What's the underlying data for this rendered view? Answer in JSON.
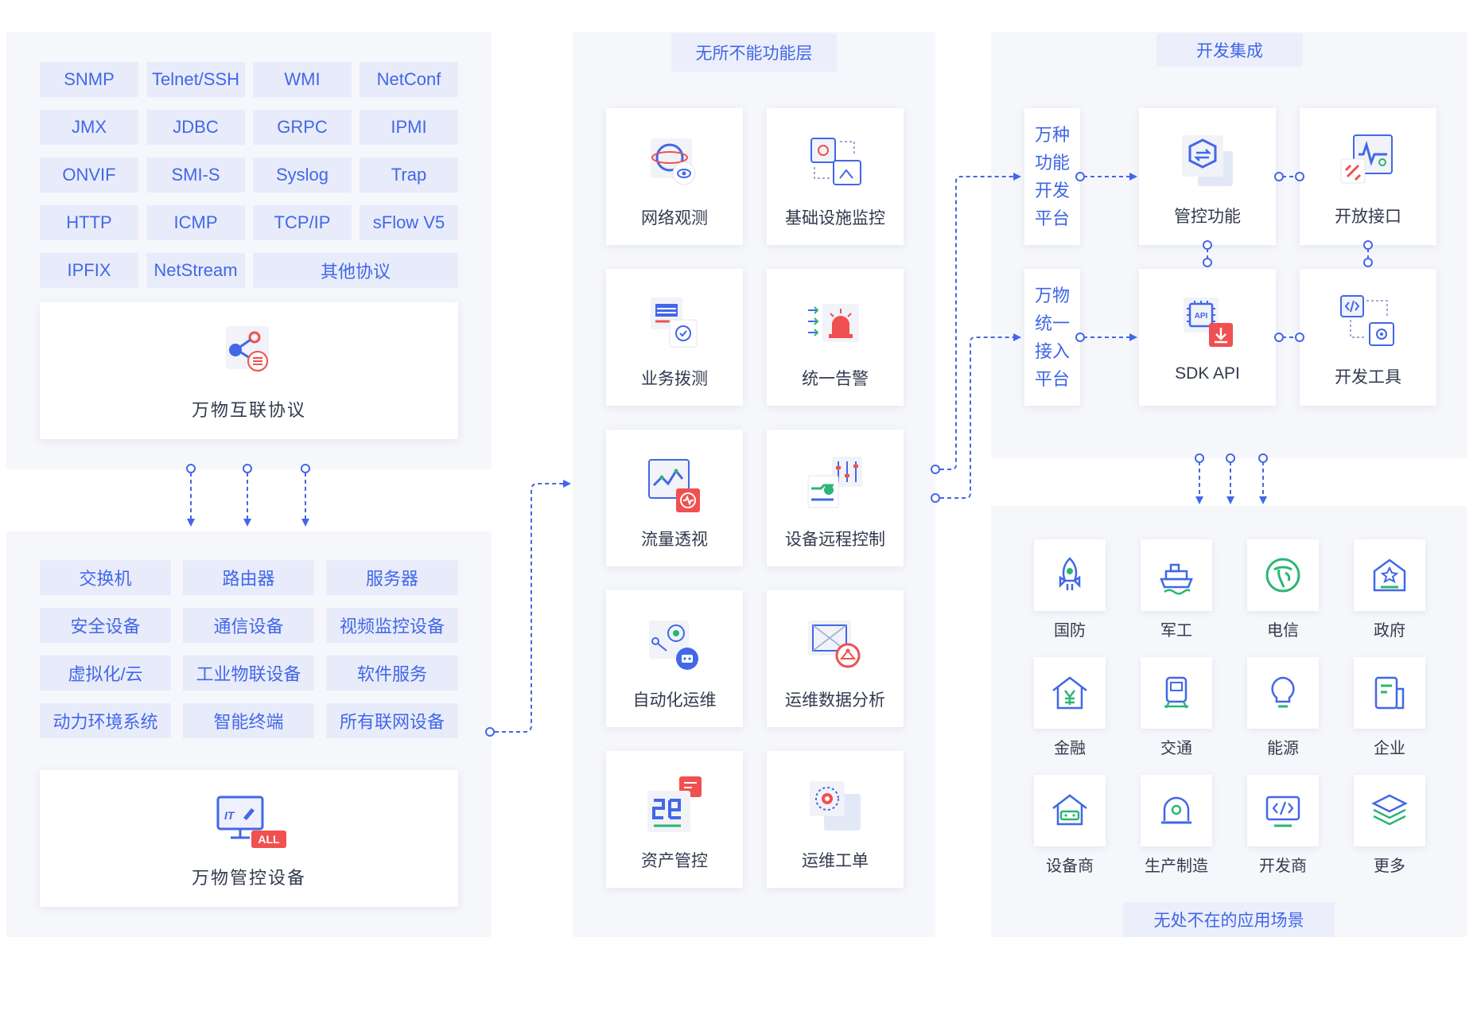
{
  "protocols": {
    "items": [
      "SNMP",
      "Telnet/SSH",
      "WMI",
      "NetConf",
      "JMX",
      "JDBC",
      "GRPC",
      "IPMI",
      "ONVIF",
      "SMI-S",
      "Syslog",
      "Trap",
      "HTTP",
      "ICMP",
      "TCP/IP",
      "sFlow V5",
      "IPFIX",
      "NetStream",
      "其他协议"
    ],
    "card_label": "万物互联协议"
  },
  "devices": {
    "items": [
      "交换机",
      "路由器",
      "服务器",
      "安全设备",
      "通信设备",
      "视频监控设备",
      "虚拟化/云",
      "工业物联设备",
      "软件服务",
      "动力环境系统",
      "智能终端",
      "所有联网设备"
    ],
    "card_label": "万物管控设备",
    "badge": "ALL",
    "badge_text": "IT"
  },
  "function_layer": {
    "title": "无所不能功能层",
    "items": [
      {
        "label": "网络观测",
        "icon": "globe-eye-icon"
      },
      {
        "label": "基础设施监控",
        "icon": "infrastructure-monitor-icon"
      },
      {
        "label": "业务拨测",
        "icon": "dial-test-icon"
      },
      {
        "label": "统一告警",
        "icon": "alarm-icon"
      },
      {
        "label": "流量透视",
        "icon": "traffic-chart-icon"
      },
      {
        "label": "设备远程控制",
        "icon": "remote-control-icon"
      },
      {
        "label": "自动化运维",
        "icon": "automation-robot-icon"
      },
      {
        "label": "运维数据分析",
        "icon": "data-analysis-icon"
      },
      {
        "label": "资产管控",
        "icon": "asset-management-icon"
      },
      {
        "label": "运维工单",
        "icon": "work-order-icon"
      }
    ]
  },
  "dev_integration": {
    "title": "开发集成",
    "platforms": [
      {
        "chars": [
          "万种",
          "功能",
          "开发",
          "平台"
        ]
      },
      {
        "chars": [
          "万物",
          "统一",
          "接入",
          "平台"
        ]
      }
    ],
    "cards": [
      {
        "label": "管控功能",
        "icon": "control-function-icon"
      },
      {
        "label": "开放接口",
        "icon": "open-interface-icon"
      },
      {
        "label": "SDK API",
        "icon": "sdk-api-icon",
        "chip": "API"
      },
      {
        "label": "开发工具",
        "icon": "dev-tools-icon"
      }
    ]
  },
  "scenarios": {
    "title": "无处不在的应用场景",
    "items": [
      {
        "label": "国防",
        "icon": "rocket-icon"
      },
      {
        "label": "军工",
        "icon": "ship-icon"
      },
      {
        "label": "电信",
        "icon": "telecom-icon"
      },
      {
        "label": "政府",
        "icon": "government-icon"
      },
      {
        "label": "金融",
        "icon": "finance-icon"
      },
      {
        "label": "交通",
        "icon": "train-icon"
      },
      {
        "label": "能源",
        "icon": "bulb-icon"
      },
      {
        "label": "企业",
        "icon": "enterprise-icon"
      },
      {
        "label": "设备商",
        "icon": "device-vendor-icon"
      },
      {
        "label": "生产制造",
        "icon": "manufacturing-icon"
      },
      {
        "label": "开发商",
        "icon": "developer-icon"
      },
      {
        "label": "更多",
        "icon": "layers-icon"
      }
    ]
  },
  "colors": {
    "accent": "#4267e8",
    "alert": "#f0504f",
    "panel": "#f6f7fb",
    "chip": "#e8ecfa"
  }
}
